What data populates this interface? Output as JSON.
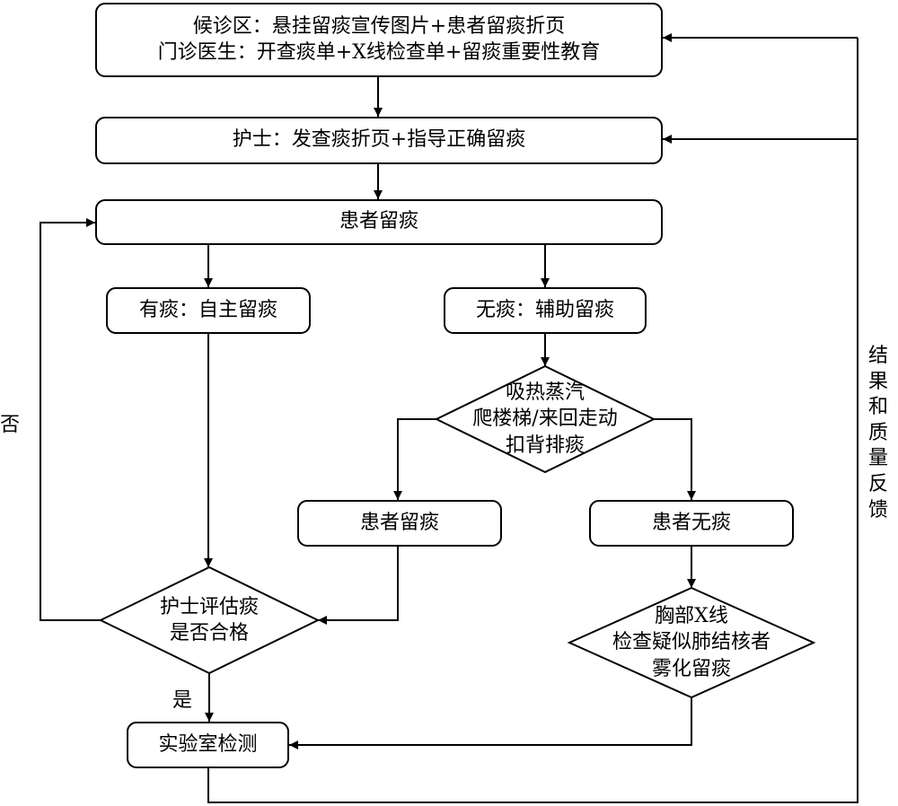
{
  "nodes": {
    "waiting_area": {
      "line1": "候诊区：悬挂留痰宣传图片+患者留痰折页",
      "line2": "门诊医生：开查痰单+X线检查单+留痰重要性教育"
    },
    "nurse_guide": "护士：发查痰折页+指导正确留痰",
    "patient_sputum_top": "患者留痰",
    "has_sputum": "有痰：自主留痰",
    "no_sputum": "无痰：辅助留痰",
    "assist_methods": [
      "吸热蒸汽",
      "爬楼梯/来回走动",
      "扣背排痰"
    ],
    "patient_sputum_mid": "患者留痰",
    "patient_no_sputum": "患者无痰",
    "nurse_assess": [
      "护士评估痰",
      "是否合格"
    ],
    "chest_xray": [
      "胸部X线",
      "检查疑似肺结核者",
      "雾化留痰"
    ],
    "lab_test": "实验室检测"
  },
  "labels": {
    "no": "否",
    "yes": "是",
    "feedback": [
      "结",
      "果",
      "和",
      "质",
      "量",
      "反",
      "馈"
    ]
  }
}
